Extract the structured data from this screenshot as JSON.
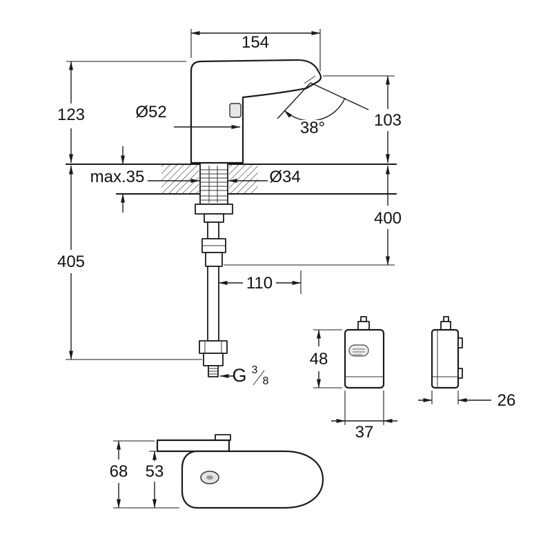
{
  "meta": {
    "title": "Faucet installation dimension drawing",
    "background": "#ffffff",
    "line_color": "#1a1a1a"
  },
  "dims": {
    "overall_width": "154",
    "height_above_deck": "123",
    "base_diameter": "Ø52",
    "spray_angle": "38°",
    "spout_height": "103",
    "max_deck_thickness": "max.35",
    "hole_diameter": "Ø34",
    "hose_length_below": "400",
    "overall_length_below": "405",
    "spout_reach": "110",
    "thread_prefix": "G",
    "thread_numerator": "3",
    "thread_denominator": "8",
    "box_height": "48",
    "box_width": "37",
    "box_depth": "26",
    "bottom_view_total": "68",
    "bottom_view_body": "53"
  }
}
